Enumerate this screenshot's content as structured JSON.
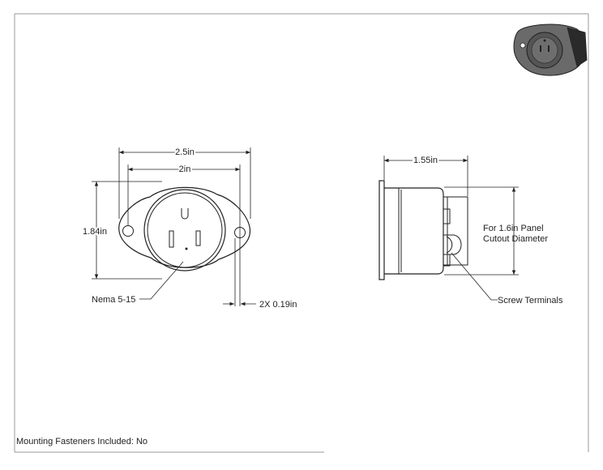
{
  "front_view": {
    "width_overall": "2.5in",
    "width_inner": "2in",
    "height": "1.84in",
    "hole_note": "2X 0.19in",
    "receptacle_label": "Nema 5-15"
  },
  "side_view": {
    "depth": "1.55in",
    "panel_note_line1": "For 1.6in Panel",
    "panel_note_line2": "Cutout Diameter",
    "terminals_label": "Screw Terminals"
  },
  "footer": {
    "fasteners_note": "Mounting Fasteners Included: No"
  },
  "colors": {
    "line": "#222222",
    "border": "#999999",
    "thumb_body": "#555555"
  }
}
